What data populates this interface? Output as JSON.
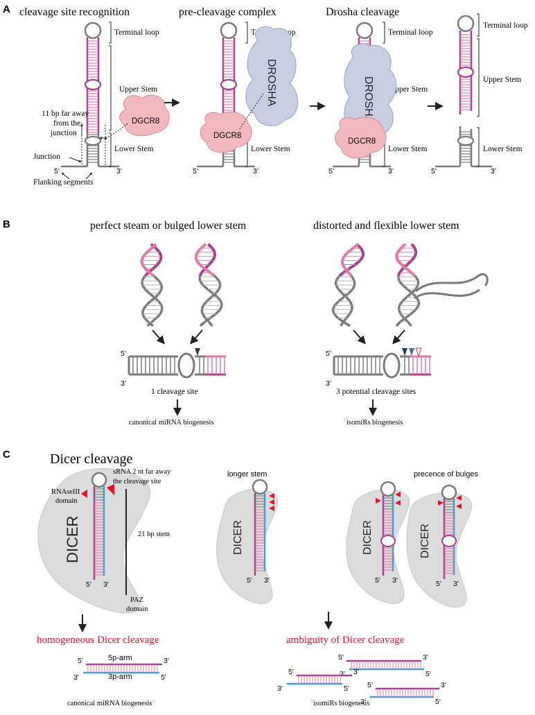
{
  "panelA": {
    "letter": "A",
    "headings": [
      "cleavage site recognition",
      "pre-cleavage complex",
      "Drosha cleavage"
    ],
    "terminal_loop": "Terminal loop",
    "upper_stem": "Upper Stem",
    "lower_stem": "Lower Stem",
    "distance_note": [
      "11 bp far away",
      "from the",
      "junction"
    ],
    "junction": "Junction",
    "flanking": "Flanking segments",
    "dgcr8": "DGCR8",
    "drosha": "DROSHA",
    "five_prime": "5'",
    "three_prime": "3'"
  },
  "panelB": {
    "letter": "B",
    "left_heading": "perfect steam or bulged lower stem",
    "right_heading": "distorted and flexible lower stem",
    "left_sites": "1 cleavage site",
    "right_sites": "3 potential cleavage sites",
    "left_outcome": "canonical miRNA biogenesis",
    "right_outcome": "isomiRs biogenesis",
    "five_prime": "5'",
    "three_prime": "3'"
  },
  "panelC": {
    "letter": "C",
    "heading": "Dicer cleavage",
    "srna_note": [
      "sRNA 2 nt far away",
      "the cleavage site"
    ],
    "rnase": [
      "RNAseIII",
      "domain"
    ],
    "stem": "21 bp stem",
    "paz": [
      "PAZ",
      "domain"
    ],
    "dicer": "DICER",
    "longer_stem": "longer stem",
    "bulges": "precence of bulges",
    "left_result": "homogeneous Dicer cleavage",
    "right_result": "ambiguity of Dicer cleavage",
    "arm5p": "5p-arm",
    "arm3p": "3p-arm",
    "left_outcome": "canonical miRNA biogenesis",
    "right_outcome": "isomiRs biogenesis",
    "five_prime": "5'",
    "three_prime": "3'"
  },
  "colors": {
    "magenta": "#a2408f",
    "pink": "#e279a8",
    "blue": "#3aa0d6",
    "gray": "#7a7a7a",
    "protein_pink": "#f2b8c0",
    "drosha_blue": "#c9cde2",
    "dicer_gray": "#dcdcdc",
    "red": "#e8102a",
    "navy": "#2b3a5e"
  }
}
